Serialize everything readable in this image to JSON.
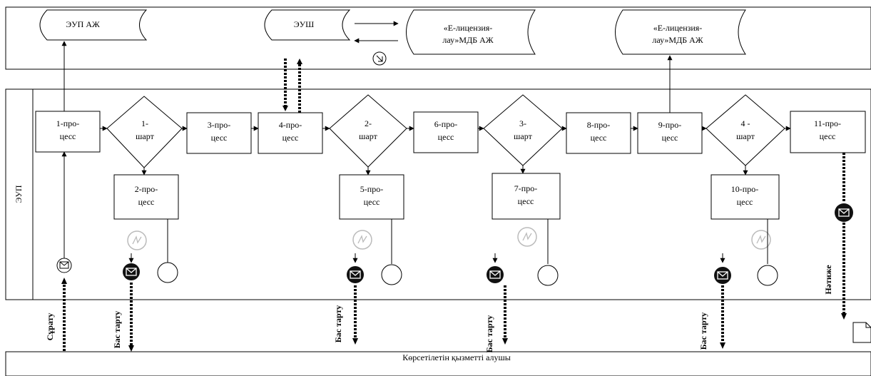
{
  "lanes": {
    "top": "",
    "middle_label": "ЭУП",
    "bottom_label": "Көрсетілетін қызметті алушы"
  },
  "systems": [
    {
      "id": "sys-eup",
      "lines": [
        "ЭУП АЖ"
      ]
    },
    {
      "id": "sys-eush",
      "lines": [
        "ЭУШ"
      ]
    },
    {
      "id": "sys-elic-1",
      "lines": [
        "«Е-лицензия-",
        "лау»МДБ АЖ"
      ]
    },
    {
      "id": "sys-elic-2",
      "lines": [
        "«Е-лицензия-",
        "лау»МДБ АЖ"
      ]
    }
  ],
  "processes": [
    {
      "id": "p1",
      "lines": [
        "1-про-",
        "цесс"
      ]
    },
    {
      "id": "p3",
      "lines": [
        "3-про-",
        "цесс"
      ]
    },
    {
      "id": "p4",
      "lines": [
        "4-про-",
        "цесс"
      ]
    },
    {
      "id": "p6",
      "lines": [
        "6-про-",
        "цесс"
      ]
    },
    {
      "id": "p8",
      "lines": [
        "8-про-",
        "цесс"
      ]
    },
    {
      "id": "p9",
      "lines": [
        "9-про-",
        "цесс"
      ]
    },
    {
      "id": "p11",
      "lines": [
        "11-про-",
        "цесс"
      ]
    },
    {
      "id": "p2",
      "lines": [
        "2-про-",
        "цесс"
      ]
    },
    {
      "id": "p5",
      "lines": [
        "5-про-",
        "цесс"
      ]
    },
    {
      "id": "p7",
      "lines": [
        "7-про-",
        "цесс"
      ]
    },
    {
      "id": "p10",
      "lines": [
        "10-про-",
        "цесс"
      ]
    }
  ],
  "conditions": [
    {
      "id": "c1",
      "lines": [
        "1-",
        "шарт"
      ]
    },
    {
      "id": "c2",
      "lines": [
        "2-",
        "шарт"
      ]
    },
    {
      "id": "c3",
      "lines": [
        "3-",
        "шарт"
      ]
    },
    {
      "id": "c4",
      "lines": [
        "4 -",
        "шарт"
      ]
    }
  ],
  "vertical_labels": {
    "request": "Сұрату",
    "refusal": "Бас тарту",
    "result": "Нәтиже"
  }
}
